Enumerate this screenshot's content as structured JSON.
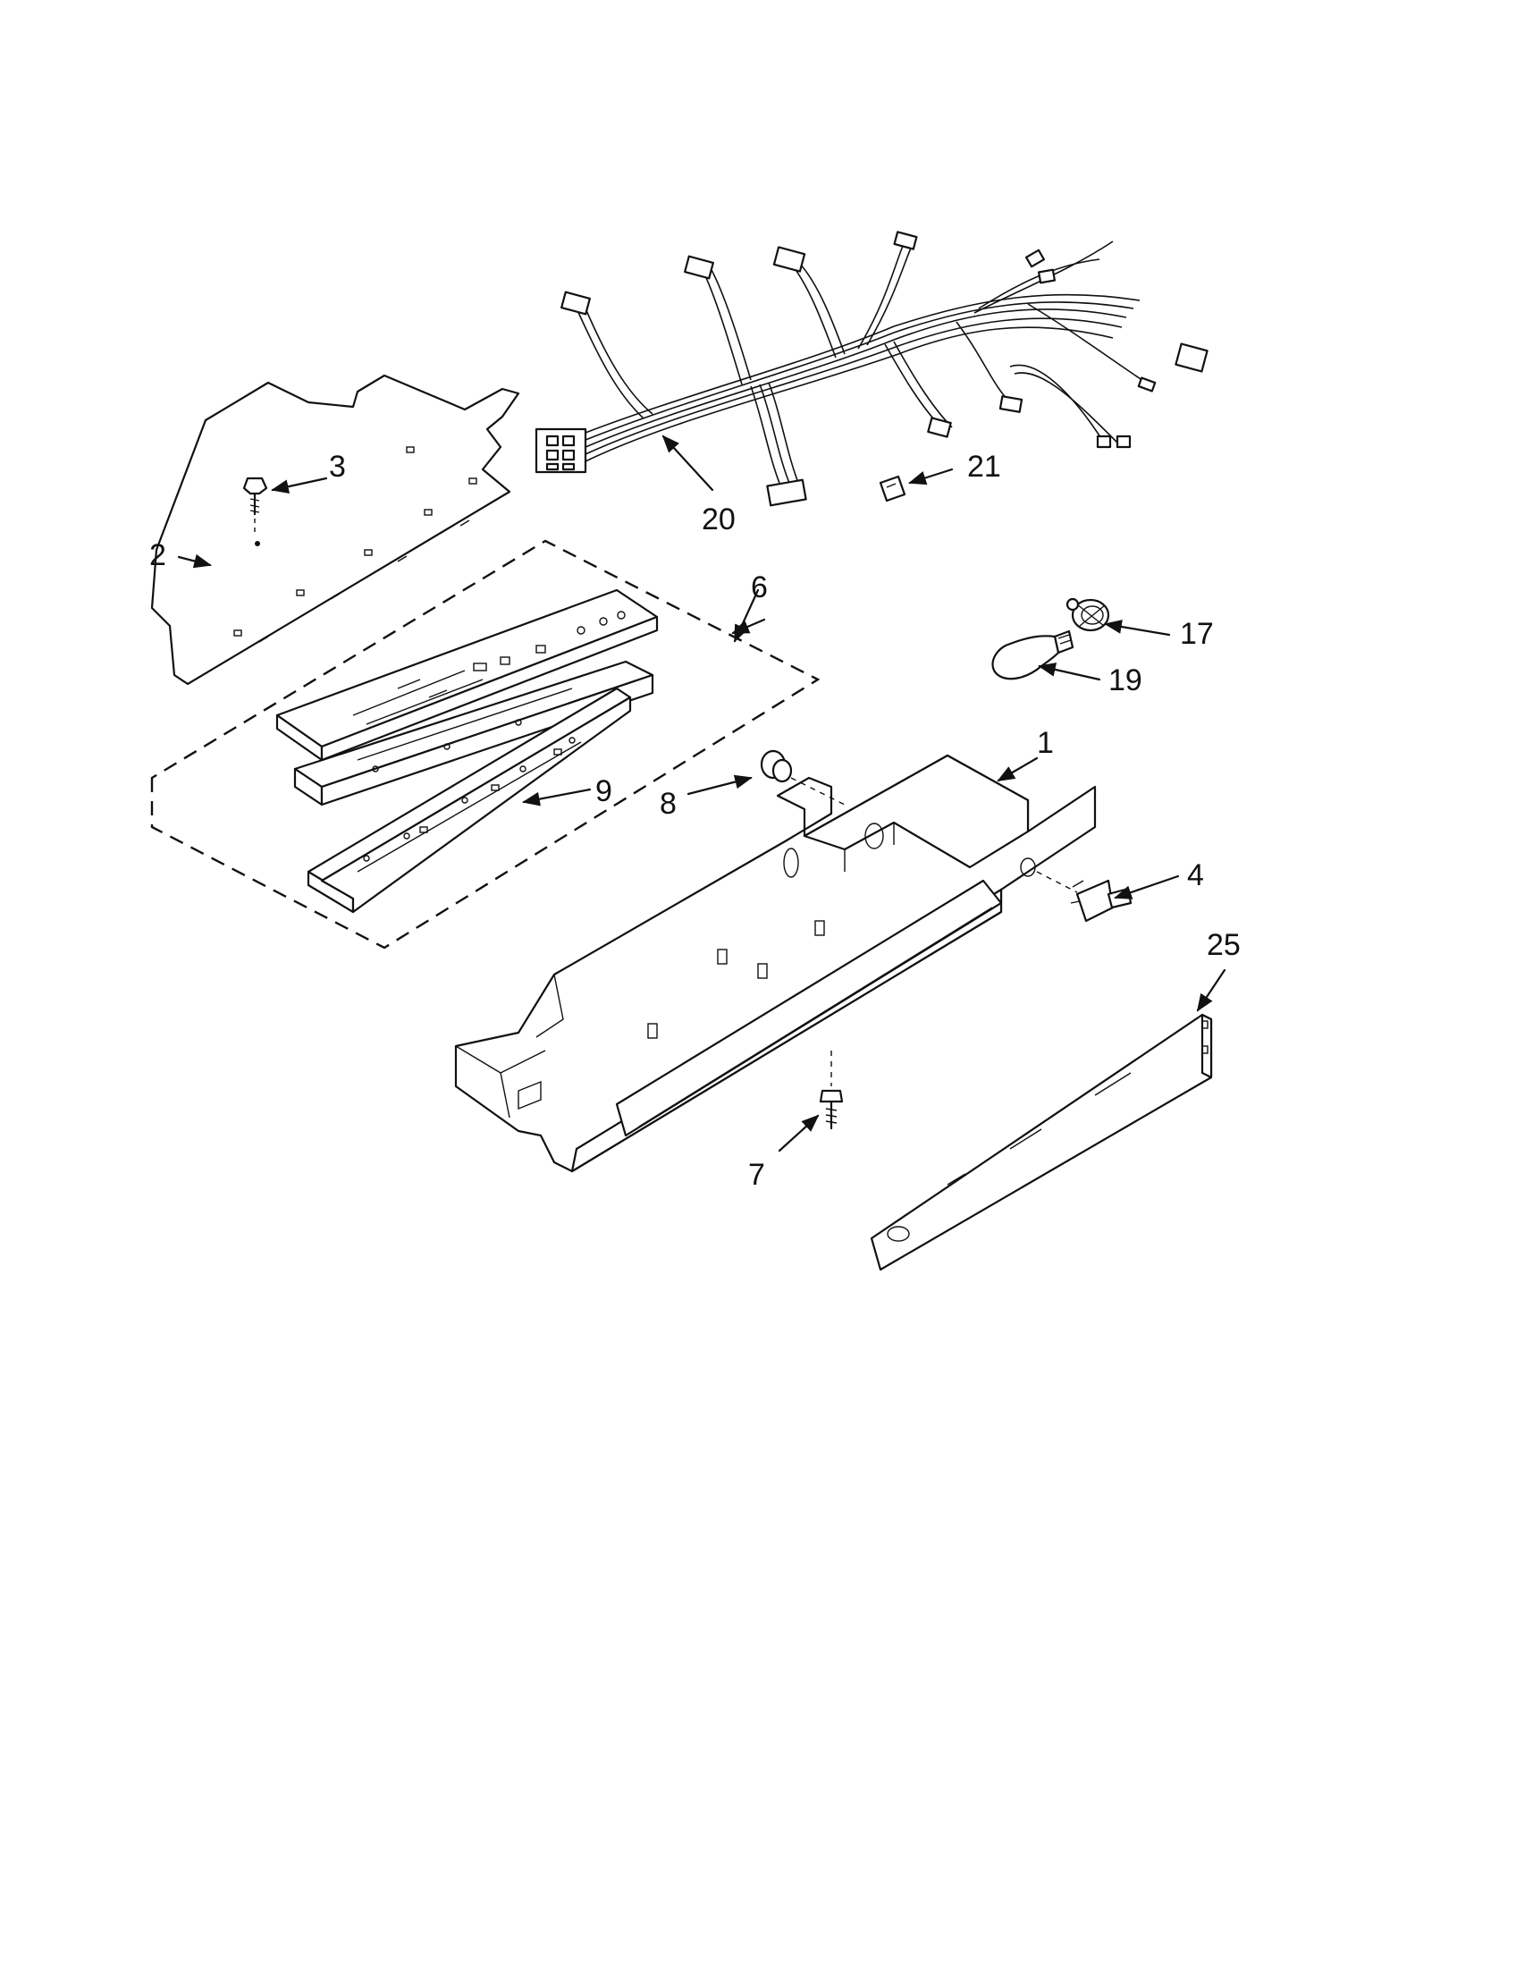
{
  "callouts": [
    {
      "id": "1",
      "label": "1"
    },
    {
      "id": "2",
      "label": "2"
    },
    {
      "id": "3",
      "label": "3"
    },
    {
      "id": "4",
      "label": "4"
    },
    {
      "id": "6",
      "label": "6"
    },
    {
      "id": "7",
      "label": "7"
    },
    {
      "id": "8",
      "label": "8"
    },
    {
      "id": "9",
      "label": "9"
    },
    {
      "id": "17",
      "label": "17"
    },
    {
      "id": "19",
      "label": "19"
    },
    {
      "id": "20",
      "label": "20"
    },
    {
      "id": "21",
      "label": "21"
    },
    {
      "id": "25",
      "label": "25"
    }
  ],
  "colors": {
    "line": "#111111",
    "background": "#ffffff"
  }
}
